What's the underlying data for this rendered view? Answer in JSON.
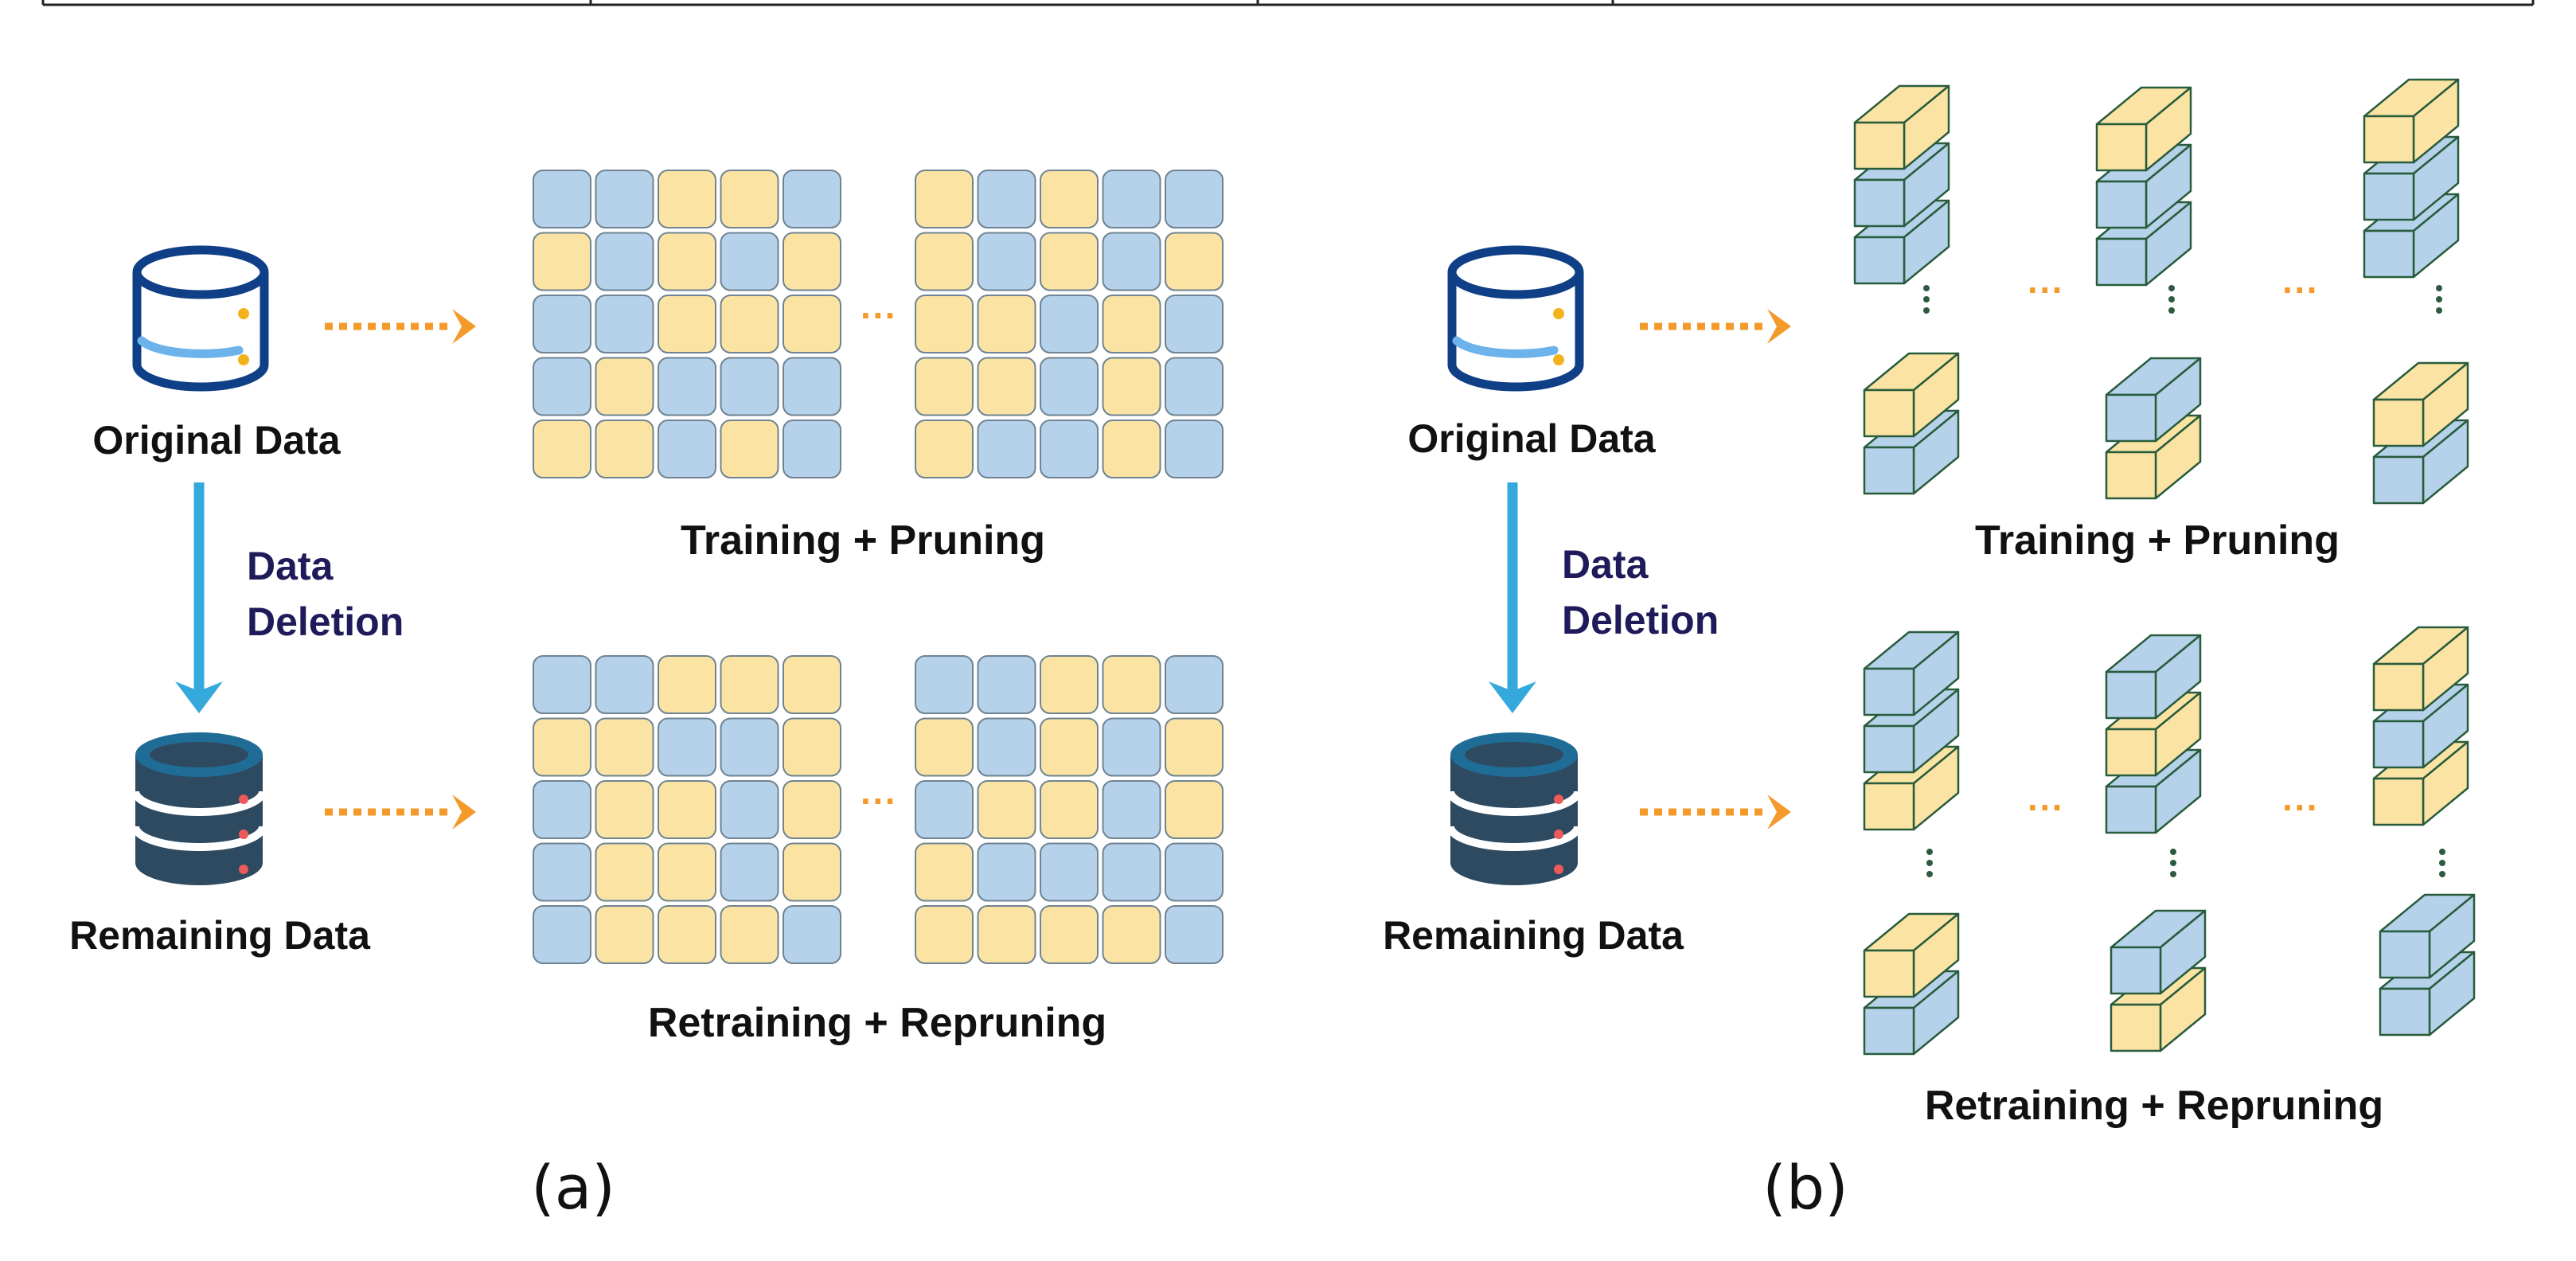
{
  "colors": {
    "yellow": "#fbe4a3",
    "blue": "#b5d2ea",
    "cell_stroke": "#6f8392",
    "arrow_orange": "#f39a2b",
    "arrow_blue": "#35a9dc",
    "db_outline": "#0f3f86",
    "db_stripe": "#6cb3ec",
    "db_dot": "#f2b21b",
    "db_dark": "#2e4a60",
    "db_dark_top": "#1f6d97",
    "db_red_dot": "#ec5a5a",
    "block_stroke": "#285c3c",
    "dots": "#2e5a3f"
  },
  "panel_a": {
    "caption": "(a)",
    "original_label": "Original Data",
    "remaining_label": "Remaining Data",
    "deletion_label_line1": "Data",
    "deletion_label_line2": "Deletion",
    "training_label": "Training + Pruning",
    "retraining_label": "Retraining + Repruning",
    "ellipsis": "···",
    "grids": {
      "training_left": [
        "BBYYB",
        "YBYBY",
        "BBYYY",
        "BYBBB",
        "YYBYB"
      ],
      "training_right": [
        "YBYBB",
        "YBYBY",
        "YYBYB",
        "YYBYB",
        "YBBYB"
      ],
      "retraining_left": [
        "BBYYY",
        "YYBBY",
        "BYYBY",
        "BYYBY",
        "BYYYB"
      ],
      "retraining_right": [
        "BBYYB",
        "YBYBY",
        "BYYBY",
        "YBBBB",
        "YYYYB"
      ]
    }
  },
  "panel_b": {
    "caption": "(b)",
    "original_label": "Original Data",
    "remaining_label": "Remaining Data",
    "deletion_label_line1": "Data",
    "deletion_label_line2": "Deletion",
    "training_label": "Training + Pruning",
    "retraining_label": "Retraining + Repruning",
    "ellipsis": "···",
    "training_stacks": [
      [
        "Y",
        "B",
        "B"
      ],
      [
        "Y",
        "B",
        "B"
      ],
      [
        "Y",
        "B",
        "B"
      ],
      [
        "Y",
        "B"
      ],
      [
        "B",
        "Y"
      ],
      [
        "Y",
        "B"
      ]
    ],
    "retraining_stacks": [
      [
        "B",
        "B",
        "Y"
      ],
      [
        "B",
        "Y",
        "B"
      ],
      [
        "Y",
        "B",
        "Y"
      ],
      [
        "Y",
        "B"
      ],
      [
        "B",
        "Y"
      ],
      [
        "B",
        "B"
      ]
    ]
  }
}
